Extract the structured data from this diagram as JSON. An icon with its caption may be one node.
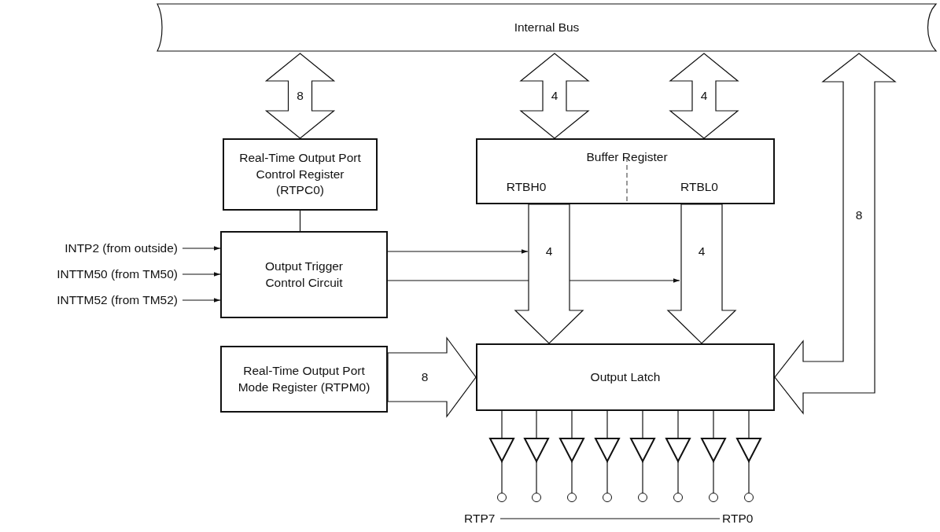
{
  "diagram": {
    "nodes": [
      {
        "text": [
          "Internal Bus"
        ]
      },
      {
        "text": [
          "Real-Time Output Port Control Register (RTPC0)"
        ]
      },
      {
        "text": [
          "Buffer Register",
          "RTBH0",
          "RTBL0"
        ]
      },
      {
        "text": [
          "Output Trigger Control Circuit"
        ]
      },
      {
        "text": [
          "INTP2 (from outside)"
        ]
      },
      {
        "text": [
          "INTTM50 (from TM50)"
        ]
      },
      {
        "text": [
          "INTTM52 (from TM52)"
        ]
      },
      {
        "text": [
          "Real-Time Output Port Mode Register (RTPM0)"
        ]
      },
      {
        "text": [
          "Output Latch"
        ]
      },
      {
        "text": [],
        "shape": "triangle"
      },
      {
        "text": [],
        "shape": "triangle"
      },
      {
        "text": [],
        "shape": "triangle"
      },
      {
        "text": [],
        "shape": "triangle"
      },
      {
        "text": [],
        "shape": "triangle"
      },
      {
        "text": [],
        "shape": "triangle"
      },
      {
        "text": [],
        "shape": "triangle"
      },
      {
        "text": [],
        "shape": "triangle"
      },
      {
        "text": [],
        "shape": "circle"
      },
      {
        "text": [],
        "shape": "circle"
      },
      {
        "text": [],
        "shape": "circle"
      },
      {
        "text": [],
        "shape": "circle"
      },
      {
        "text": [],
        "shape": "circle"
      },
      {
        "text": [],
        "shape": "circle"
      },
      {
        "text": [],
        "shape": "circle"
      },
      {
        "text": [],
        "shape": "circle"
      }
    ],
    "edges": [
      {
        "from": 0,
        "to": 1,
        "arrow": "both",
        "label": "8",
        "style": "thick"
      },
      {
        "from": 0,
        "to": 2,
        "arrow": "both",
        "label": "4",
        "style": "thick"
      },
      {
        "from": 0,
        "to": 2,
        "arrow": "both",
        "label": "4",
        "style": "thick"
      },
      {
        "from": 0,
        "to": 8,
        "arrow": "both",
        "label": "8",
        "style": "thick"
      },
      {
        "from": 1,
        "to": 3,
        "arrow": "none"
      },
      {
        "from": 4,
        "to": 3,
        "arrow": "to"
      },
      {
        "from": 5,
        "to": 3,
        "arrow": "to"
      },
      {
        "from": 6,
        "to": 3,
        "arrow": "to"
      },
      {
        "from": 3,
        "to": null,
        "arrow": "to"
      },
      {
        "from": 3,
        "to": null,
        "arrow": "to"
      },
      {
        "from": 2,
        "to": 8,
        "arrow": "to",
        "label": "4",
        "style": "thick"
      },
      {
        "from": 2,
        "to": 8,
        "arrow": "to",
        "label": "4",
        "style": "thick"
      },
      {
        "from": 7,
        "to": 8,
        "arrow": "to",
        "label": "8",
        "style": "thick"
      },
      {
        "from": 8,
        "to": 9,
        "arrow": "none"
      },
      {
        "from": 8,
        "to": 10,
        "arrow": "none"
      },
      {
        "from": 8,
        "to": 11,
        "arrow": "none"
      },
      {
        "from": 8,
        "to": 12,
        "arrow": "none"
      },
      {
        "from": 8,
        "to": 13,
        "arrow": "none"
      },
      {
        "from": 8,
        "to": 14,
        "arrow": "none"
      },
      {
        "from": 8,
        "to": 15,
        "arrow": "none"
      },
      {
        "from": 8,
        "to": 16,
        "arrow": "none"
      },
      {
        "from": 9,
        "to": 17,
        "arrow": "none"
      },
      {
        "from": 10,
        "to": 18,
        "arrow": "none"
      },
      {
        "from": 11,
        "to": 19,
        "arrow": "none"
      },
      {
        "from": 12,
        "to": 20,
        "arrow": "none"
      },
      {
        "from": 13,
        "to": 21,
        "arrow": "none"
      },
      {
        "from": 14,
        "to": 22,
        "arrow": "none"
      },
      {
        "from": 15,
        "to": 23,
        "arrow": "none"
      },
      {
        "from": 16,
        "to": 24,
        "arrow": "none"
      }
    ],
    "labels": [
      "RTP7",
      "RTP0"
    ]
  }
}
